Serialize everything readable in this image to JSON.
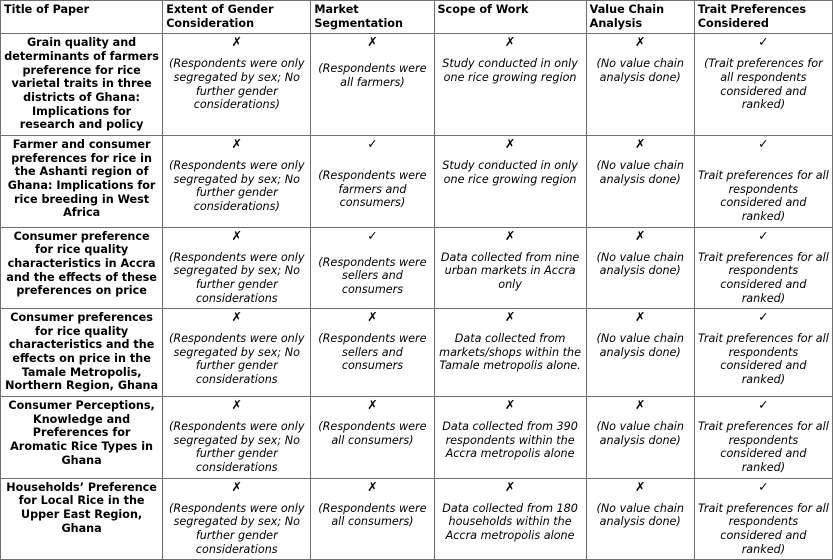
{
  "table": {
    "columns": [
      {
        "key": "title",
        "label": "Title of Paper"
      },
      {
        "key": "gender",
        "label": "Extent of Gender Consideration"
      },
      {
        "key": "market",
        "label": "Market Segmentation"
      },
      {
        "key": "scope",
        "label": "Scope of Work"
      },
      {
        "key": "vca",
        "label": "Value Chain Analysis"
      },
      {
        "key": "trait",
        "label": "Trait Preferences Considered"
      }
    ],
    "marks": {
      "cross": "✗",
      "check": "✓"
    },
    "rows": [
      {
        "title": "Grain quality and determinants of farmers preference for rice varietal traits in three districts of Ghana: Implications for research and policy",
        "gender_mark": "✗",
        "gender_note": "(Respondents were only segregated by sex; No further gender considerations)",
        "market_mark": "✗",
        "market_note": "(Respondents were all farmers)",
        "scope_mark": "✗",
        "scope_note": "Study conducted in only one rice growing region",
        "vca_mark": "✗",
        "vca_note": "(No value chain analysis done)",
        "trait_mark": "✓",
        "trait_note": "(Trait preferences for all respondents considered and ranked)"
      },
      {
        "title": "Farmer and consumer preferences for rice in the Ashanti region of Ghana: Implications for rice breeding in West Africa",
        "gender_mark": "✗",
        "gender_note": "(Respondents were only segregated by sex; No further gender considerations)",
        "market_mark": "✓",
        "market_note": "(Respondents were farmers and consumers)",
        "scope_mark": "✗",
        "scope_note": "Study conducted in only one rice growing region",
        "vca_mark": "✗",
        "vca_note": "(No value chain analysis done)",
        "trait_mark": "✓",
        "trait_note": "Trait preferences for all respondents considered and ranked)"
      },
      {
        "title": "Consumer preference for rice quality characteristics in Accra and the effects of these preferences on price",
        "gender_mark": "✗",
        "gender_note": "(Respondents were only segregated by sex; No further gender considerations",
        "market_mark": "✓",
        "market_note": "(Respondents were sellers and consumers",
        "scope_mark": "✗",
        "scope_note": "Data collected from nine urban markets in Accra only",
        "vca_mark": "✗",
        "vca_note": "(No value chain analysis done)",
        "trait_mark": "✓",
        "trait_note": "Trait preferences for all respondents considered and ranked)"
      },
      {
        "title": "Consumer preferences for rice quality characteristics and the effects on price in the Tamale Metropolis, Northern Region, Ghana",
        "gender_mark": "✗",
        "gender_note": "(Respondents were only segregated by sex; No further gender considerations",
        "market_mark": "✗",
        "market_note": "(Respondents were sellers and consumers",
        "scope_mark": "✗",
        "scope_note": "Data collected from markets/shops within the Tamale metropolis alone.",
        "vca_mark": "✗",
        "vca_note": "(No value chain analysis done)",
        "trait_mark": "✓",
        "trait_note": "Trait preferences for all respondents considered and ranked)"
      },
      {
        "title": "Consumer Perceptions, Knowledge and Preferences for Aromatic Rice Types in Ghana",
        "gender_mark": "✗",
        "gender_note": "(Respondents were only segregated by sex; No further gender considerations",
        "market_mark": "✗",
        "market_note": "(Respondents were all consumers)",
        "scope_mark": "✗",
        "scope_note": "Data collected from 390 respondents within the Accra metropolis alone",
        "vca_mark": "✗",
        "vca_note": "(No value chain analysis done)",
        "trait_mark": "✓",
        "trait_note": "Trait preferences for all respondents considered and ranked)"
      },
      {
        "title": "Households’ Preference for Local Rice in the Upper East Region, Ghana",
        "gender_mark": "✗",
        "gender_note": "(Respondents were only segregated by sex; No further gender considerations",
        "market_mark": "✗",
        "market_note": "(Respondents were all consumers)",
        "scope_mark": "✗",
        "scope_note": "Data collected from 180 households within the Accra metropolis alone",
        "vca_mark": "✗",
        "vca_note": "(No value chain analysis done)",
        "trait_mark": "✓",
        "trait_note": "Trait preferences for all respondents considered and ranked)"
      }
    ]
  }
}
